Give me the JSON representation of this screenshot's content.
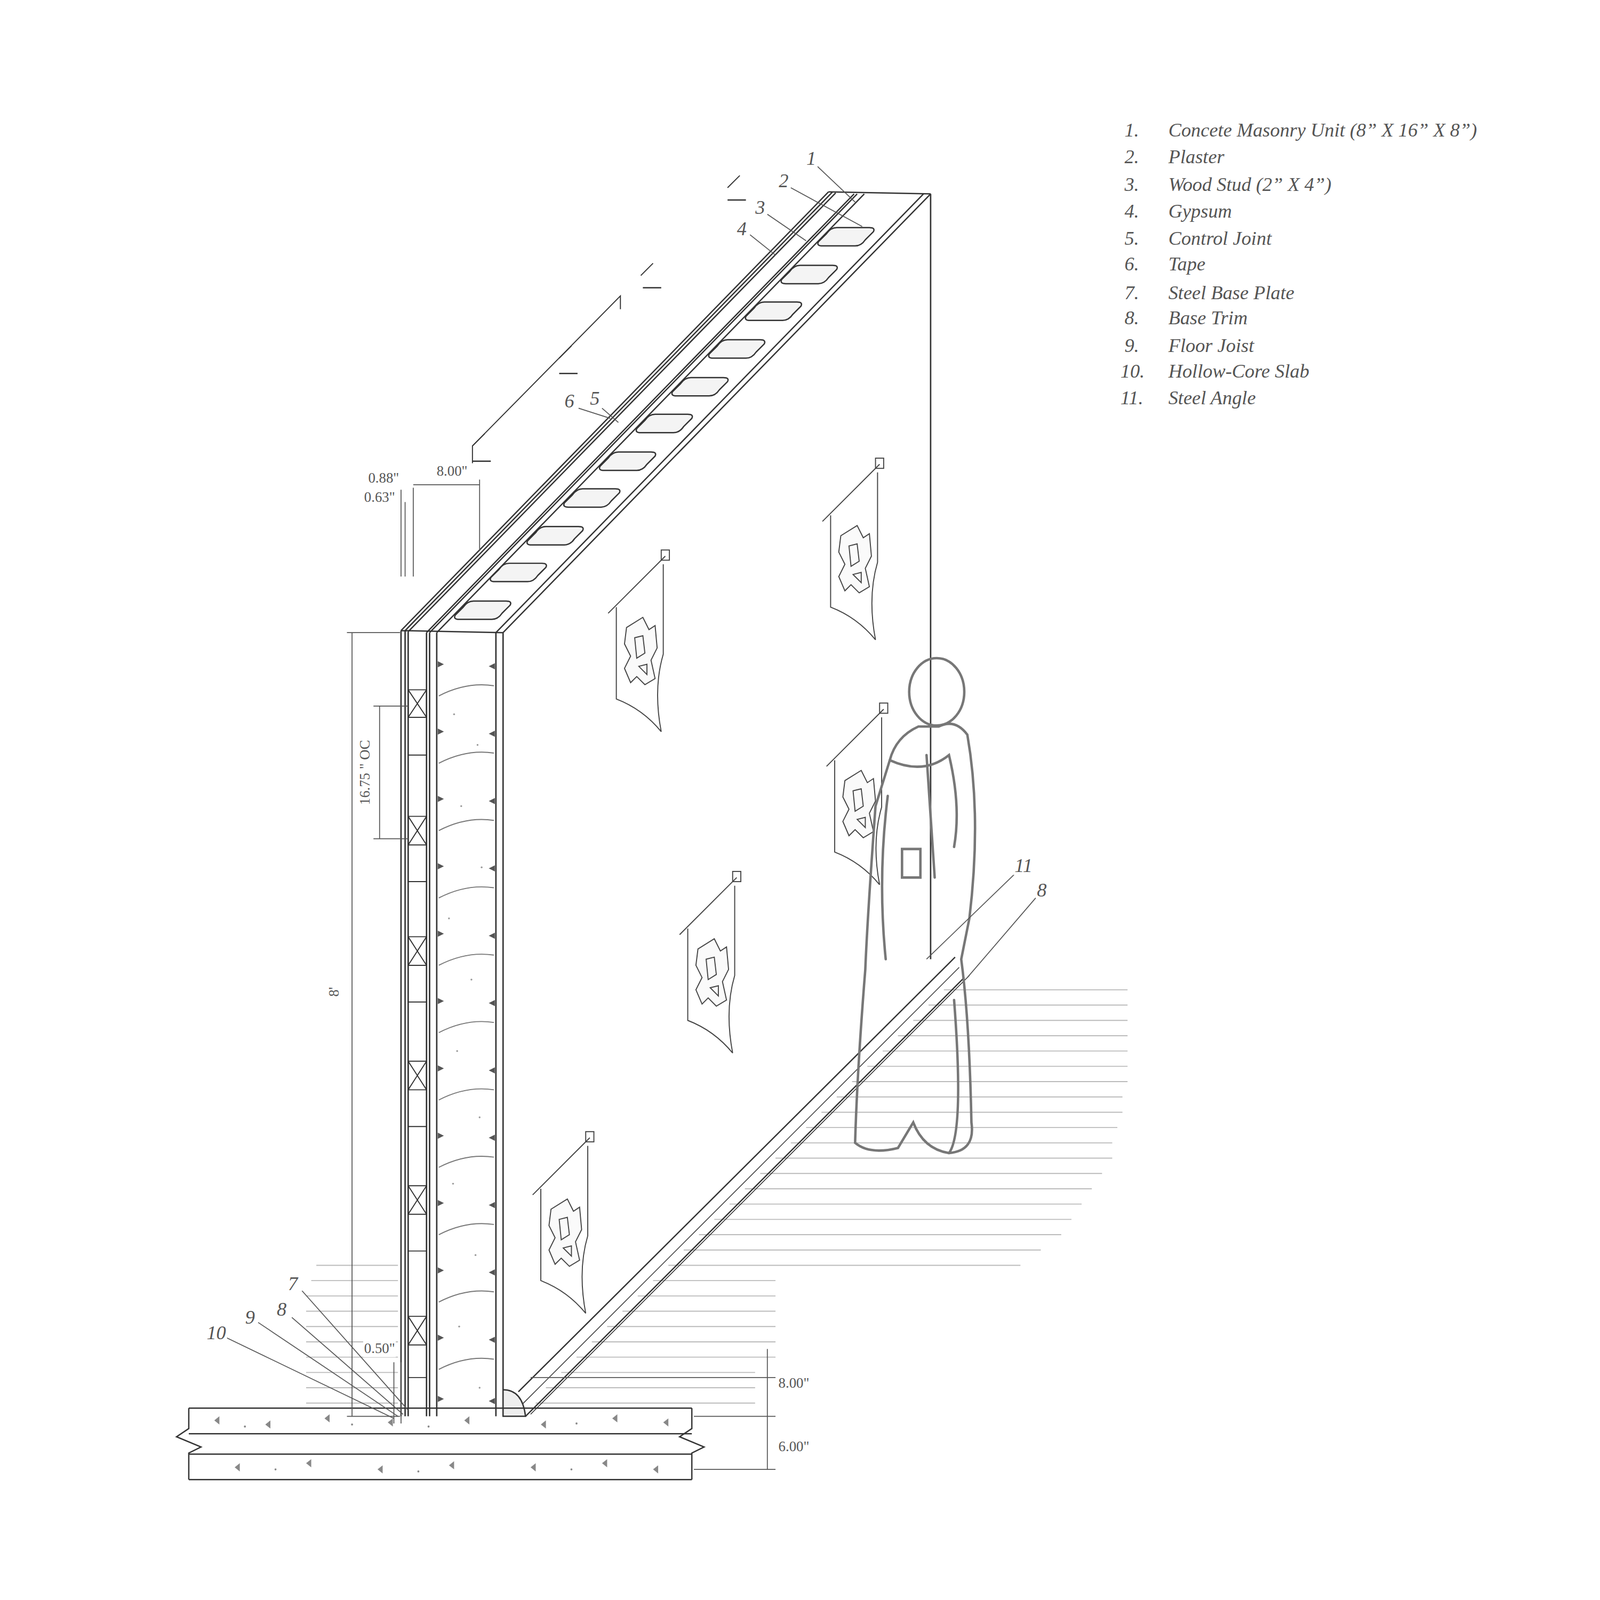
{
  "diagram": {
    "labels": [
      "1.",
      "Concete Masonry Unit (8” X 16” X 8”)",
      "2.",
      "Plaster",
      "3.",
      "Wood Stud (2” X 4”)",
      "4.",
      "Gypsum",
      "5.",
      "Control Joint",
      "6.",
      "Tape",
      "7.",
      "Steel Base Plate",
      "8.",
      "Base Trim",
      "9.",
      "Floor Joist",
      "10.",
      "Hollow-Core Slab",
      "11.",
      "Steel Angle",
      "1",
      "2",
      "3",
      "4",
      "6",
      "5",
      "0.88\"",
      "8.00\"",
      "0.63\"",
      "16.75 \" OC",
      "8'",
      "11",
      "8",
      "7",
      "9",
      "8",
      "10",
      "0.50\"",
      "8.00\"",
      "6.00\""
    ]
  }
}
